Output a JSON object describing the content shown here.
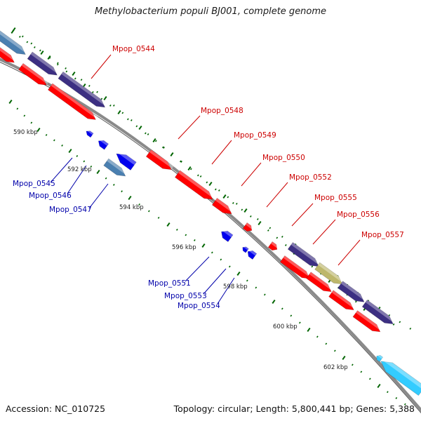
{
  "title": "Methylobacterium populi BJ001, complete genome",
  "footer": {
    "accession": "Accession: NC_010725",
    "summary": "Topology: circular; Length: 5,800,441 bp; Genes: 5,388"
  },
  "colors": {
    "backbone": "#888888",
    "forward_gene": "#ff0000",
    "forward_label": "#cc0000",
    "reverse_gene": "#0000ee",
    "reverse_label": "#0000aa",
    "slate": "#4a7fb0",
    "indigo": "#3c2f82",
    "khaki": "#bdb76b",
    "cyan": "#33ccff",
    "tick_dots": "#006400"
  },
  "scale_labels": [
    "590 kbp",
    "592 kbp",
    "594 kbp",
    "596 kbp",
    "598 kbp",
    "600 kbp",
    "602 kbp"
  ],
  "forward_gene_labels": [
    "Mpop_0544",
    "Mpop_0548",
    "Mpop_0549",
    "Mpop_0550",
    "Mpop_0552",
    "Mpop_0555",
    "Mpop_0556",
    "Mpop_0557"
  ],
  "reverse_gene_labels": [
    "Mpop_0545",
    "Mpop_0546",
    "Mpop_0547",
    "Mpop_0551",
    "Mpop_0553",
    "Mpop_0554"
  ]
}
